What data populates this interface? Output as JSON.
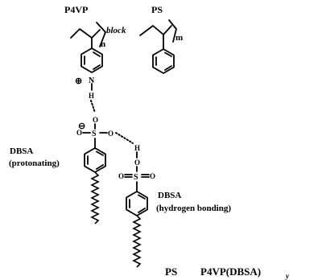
{
  "labels": {
    "p4vp": "P4VP",
    "ps": "PS",
    "block": "block",
    "n": "n",
    "m": "m",
    "dbsa_protonating_name": "DBSA",
    "dbsa_protonating_role": "(protonating)",
    "dbsa_hbond_name": "DBSA",
    "dbsa_hbond_role": "(hydrogen bonding)",
    "formula_ps": "PS",
    "formula_p4vp": "P4VP(DBSA)",
    "formula_sub": "y"
  },
  "atoms": {
    "nitrogen": "N",
    "hydrogen": "H",
    "oxygen": "O",
    "sulfur": "S",
    "plus": "⊕",
    "minus": "⊖"
  }
}
